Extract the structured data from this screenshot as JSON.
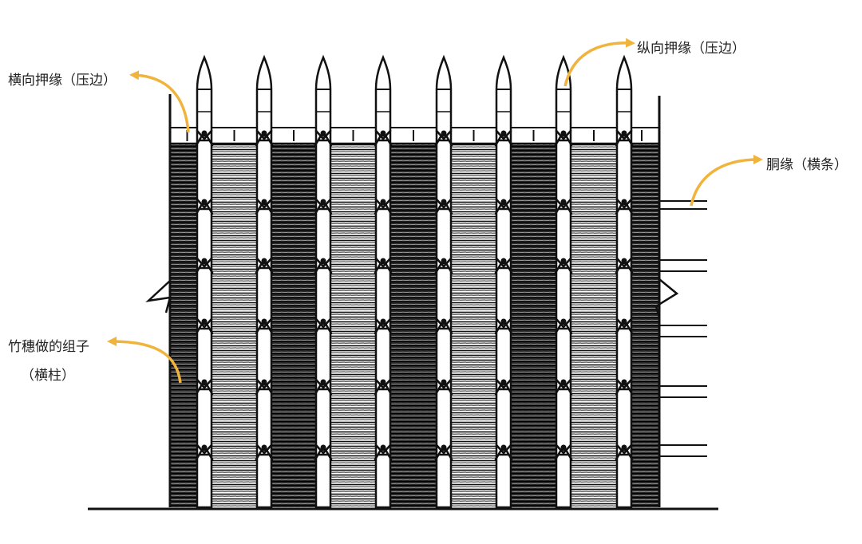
{
  "labels": {
    "horizontal_edge": "横向押缘（压边）",
    "vertical_edge": "纵向押缘（压边）",
    "body_edge": "胴缘（横条）",
    "bamboo_member_line1": "竹穗做的组子",
    "bamboo_member_line2": "（横柱）"
  },
  "colors": {
    "arrow": "#F0B43C",
    "ink": "#111111",
    "fill_dark": "#3a3a3a",
    "fill_light": "#9a9a9a"
  }
}
